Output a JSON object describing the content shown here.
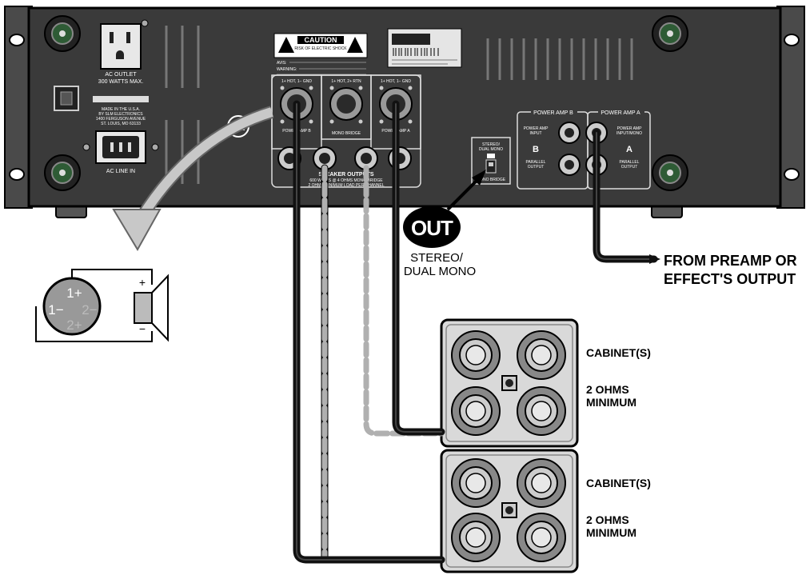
{
  "panel": {
    "ac_outlet_label": "AC OUTLET",
    "ac_outlet_rating": "300 WATTS MAX.",
    "made_in": [
      "MADE IN THE U.S.A.",
      "BY SLM ELECTRONICS",
      "1400 FERGUSON AVENUE",
      "ST. LOUIS, MO 63133"
    ],
    "ac_line_in": "AC LINE IN",
    "caution_title": "CAUTION",
    "caution_sub": "RISK OF ELECTRIC SHOCK",
    "avis_label": "AVIS:",
    "warning_label": "WARNING:",
    "jack_labels": [
      "1+ HOT, 1− GND",
      "1+ HOT, 2+ RTN",
      "1+ HOT, 1− GND"
    ],
    "mono_bridge": "MONO BRIDGE",
    "power_amp_b_short": "POWER AMP B",
    "power_amp_a_short": "POWER AMP A",
    "speaker_outputs": "SPEAKER OUTPUTS",
    "speaker_outputs_spec": "600 WATTS @ 4 OHMS MONO BRIDGE",
    "speaker_outputs_load": "2 OHMS MINIMUM LOAD PER CHANNEL",
    "switch_top": [
      "STEREO/",
      "DUAL MONO"
    ],
    "switch_bottom": "MONO BRIDGE",
    "power_amp_b_header": "POWER AMP B",
    "power_amp_a_header": "POWER AMP A",
    "b_letter": "B",
    "a_letter": "A",
    "power_amp_input_b": [
      "POWER AMP",
      "INPUT"
    ],
    "parallel_output_b": [
      "PARALLEL",
      "OUTPUT"
    ],
    "power_amp_input_a": [
      "POWER AMP",
      "INPUT/MONO"
    ],
    "parallel_output_a": [
      "PARALLEL",
      "OUTPUT"
    ],
    "ce_mark": "CE"
  },
  "switch_callout": {
    "badge": "OUT",
    "mode_line1": "STEREO/",
    "mode_line2": "DUAL MONO"
  },
  "input_label": {
    "line1": "FROM PREAMP OR",
    "line2": "EFFECT'S OUTPUT"
  },
  "pin_diagram": {
    "pin_1_plus": "1+",
    "pin_1_minus": "1−",
    "pin_2_minus": "2−",
    "pin_2_plus": "2+",
    "plus": "+",
    "minus": "−"
  },
  "cabinets": [
    {
      "name": "CABINET(S)",
      "impedance_line1": "2 OHMS",
      "impedance_line2": "MINIMUM"
    },
    {
      "name": "CABINET(S)",
      "impedance_line1": "2 OHMS",
      "impedance_line2": "MINIMUM"
    }
  ],
  "colors": {
    "panel": "#3a3a3a",
    "panel_edge": "#1a1a1a",
    "cable_black": "#111111",
    "cable_gray": "#b0b0b0",
    "cabinet": "#d9d9d9",
    "arrow_gray": "#bdbdbd"
  }
}
